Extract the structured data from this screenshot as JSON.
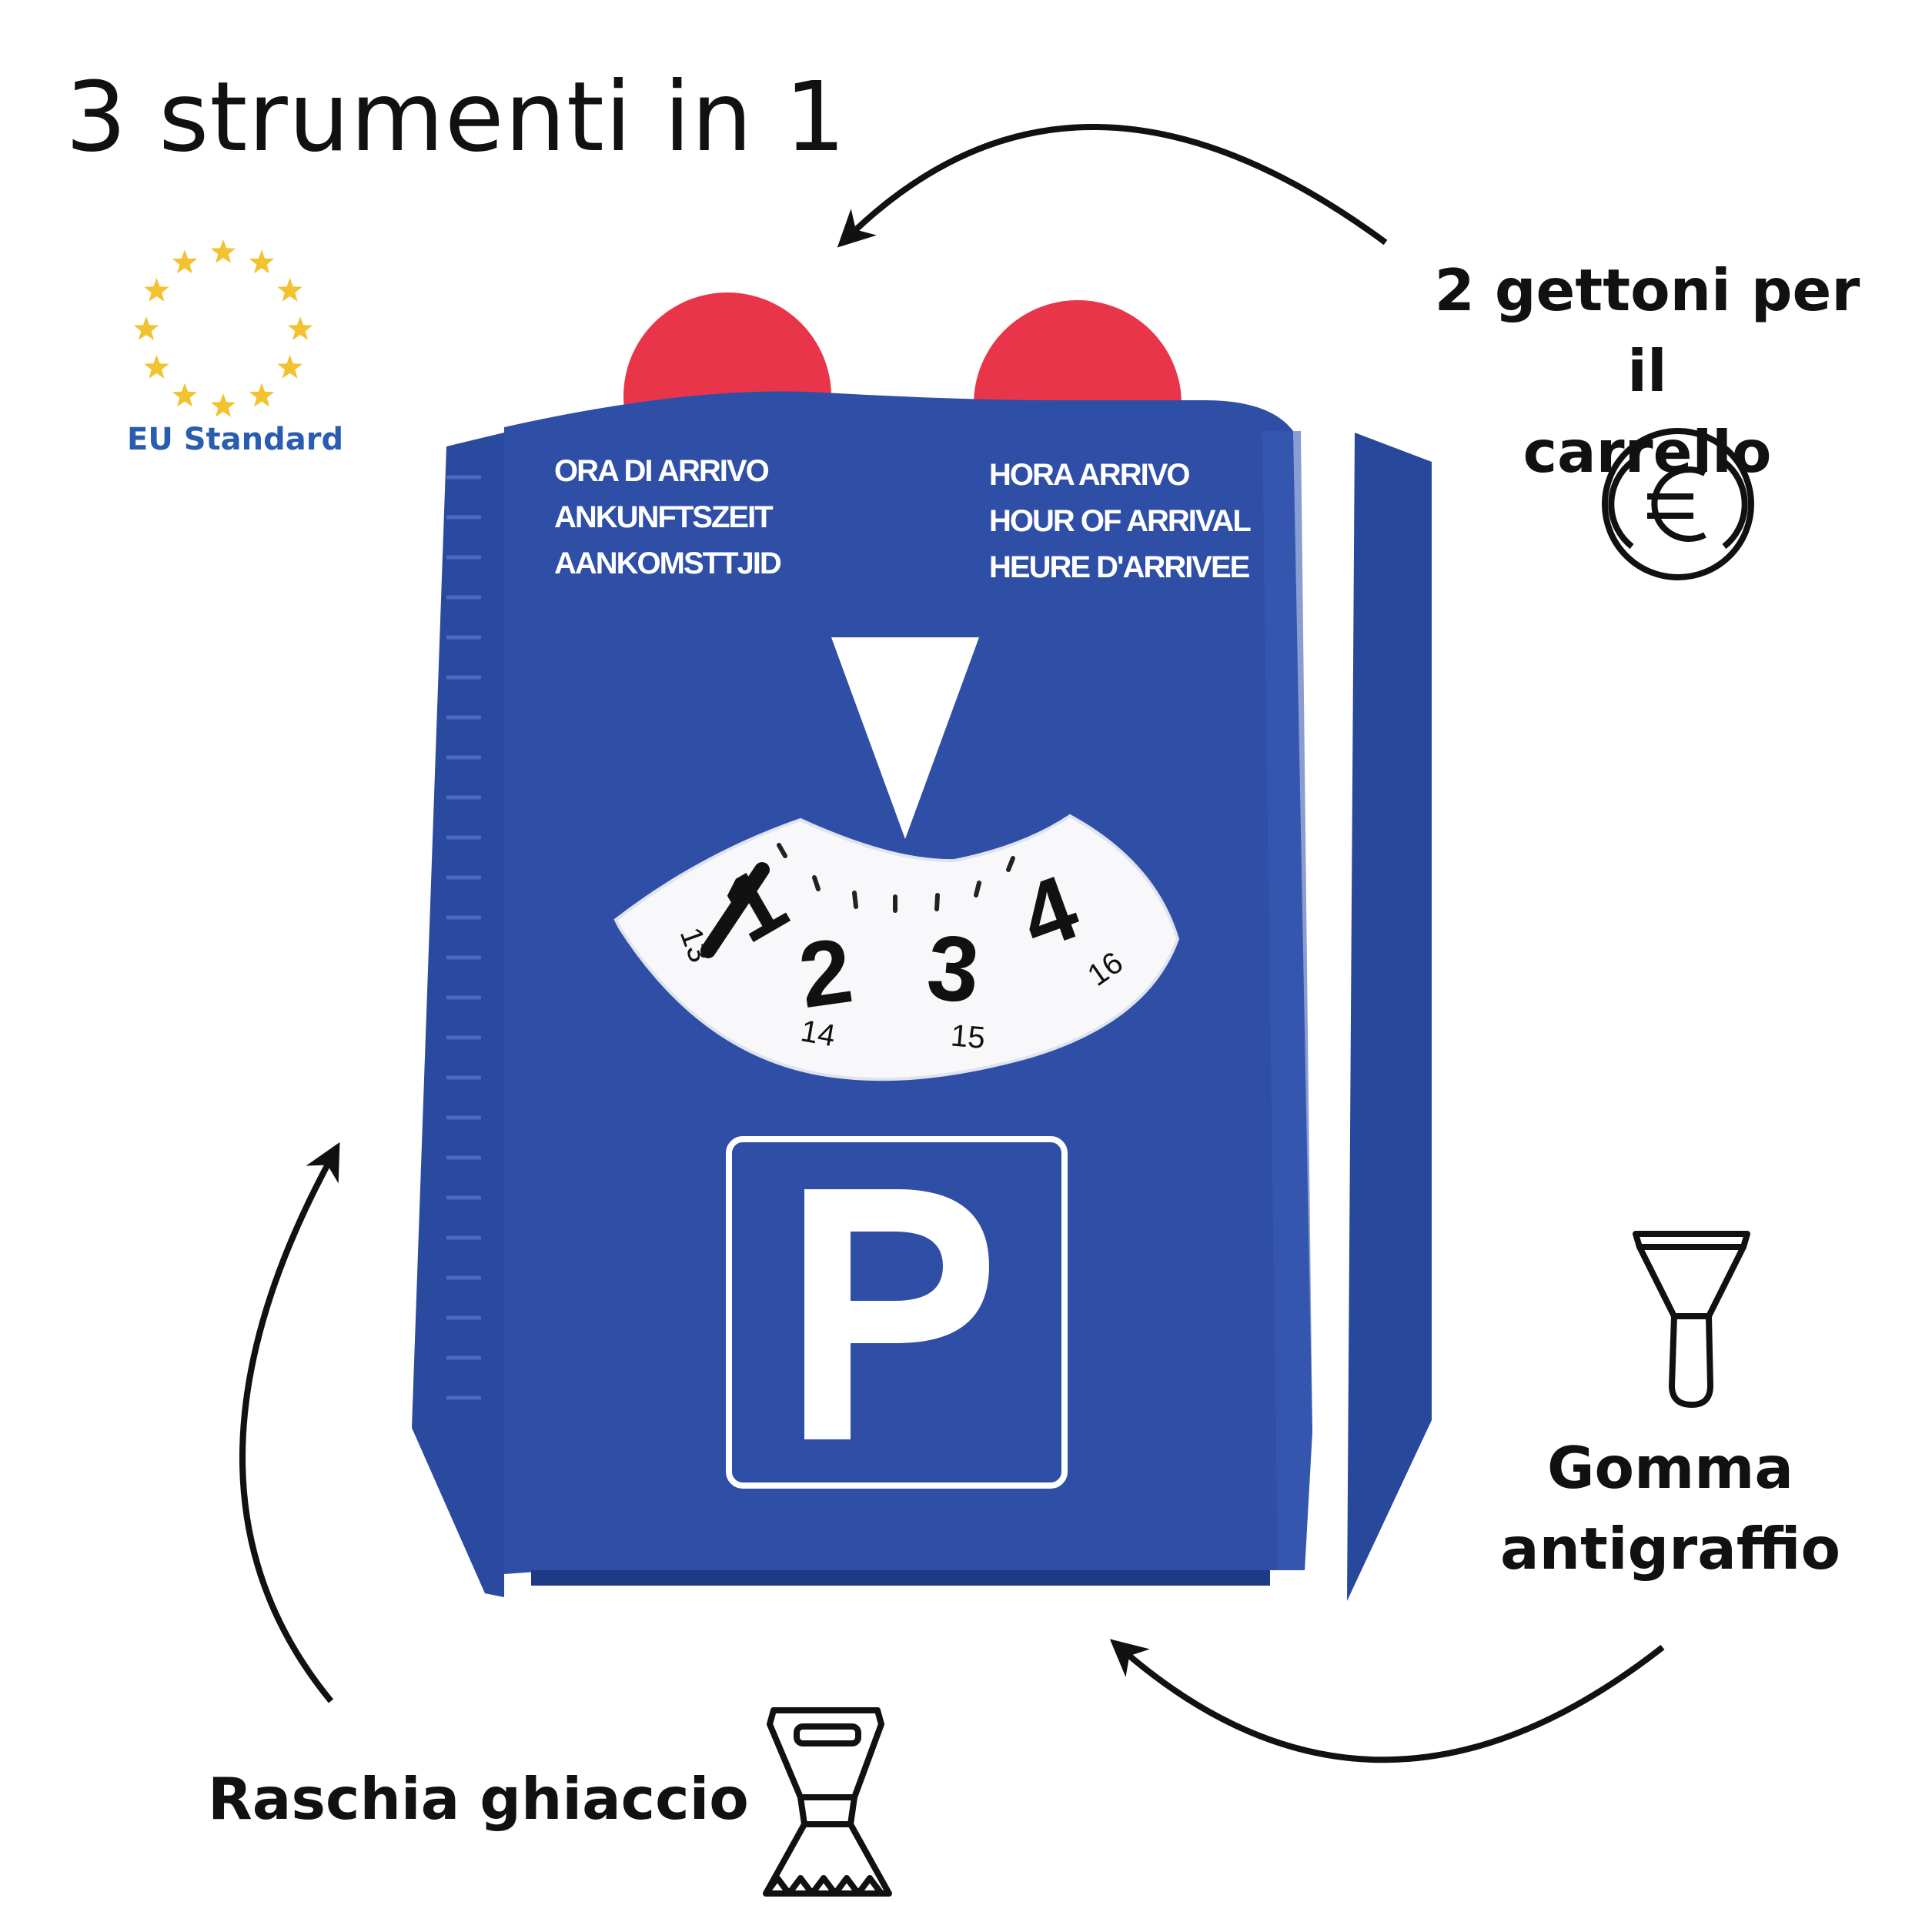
{
  "heading": "3 strumenti in 1",
  "badge": {
    "label": "EU Standard",
    "icon": "eu-stars-icon",
    "star_color": "#f2c230",
    "label_color": "#2a5db0"
  },
  "card": {
    "body_color": "#2f4fa6",
    "token_color": "#e8354a",
    "labels_left": [
      "ORA DI ARRIVO",
      "ANKUNFTSZEIT",
      "AANKOMSTTJID"
    ],
    "labels_right": [
      "HORA ARRIVO",
      "HOUR OF ARRIVAL",
      "HEURE D'ARRIVEE"
    ],
    "dial_big_numbers": [
      "1",
      "2",
      "3",
      "4"
    ],
    "dial_small_numbers": [
      "13",
      "14",
      "15",
      "16"
    ],
    "parking_letter": "P"
  },
  "features": {
    "tokens": {
      "line1": "2 gettoni per il",
      "line2": "carrello",
      "icon": "euro-coin-icon"
    },
    "rubber": {
      "line1": "Gomma",
      "line2": "antigraffio",
      "icon": "rubber-scraper-icon"
    },
    "scraper": {
      "label": "Raschia ghiaccio",
      "icon": "ice-scraper-icon"
    }
  }
}
